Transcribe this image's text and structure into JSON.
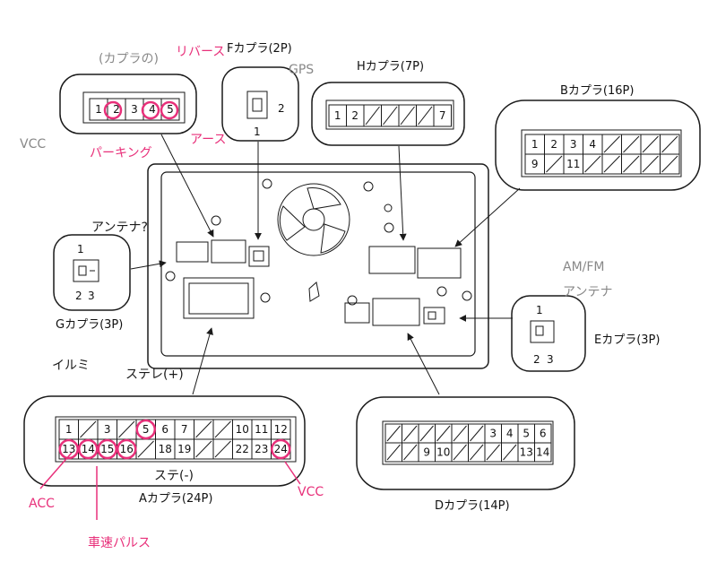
{
  "connectors": {
    "F": {
      "label": "Fカプラ(2P)",
      "pin1": "1",
      "pin2": "2"
    },
    "H": {
      "label": "Hカプラ(7P)",
      "pins": [
        "1",
        "2",
        "",
        "",
        "",
        "",
        "7"
      ]
    },
    "B": {
      "label": "Bカプラ(16P)",
      "top": [
        "1",
        "2",
        "3",
        "4",
        "",
        "",
        "",
        ""
      ],
      "bottom": [
        "9",
        "",
        "11",
        "",
        "",
        "",
        "",
        ""
      ]
    },
    "G": {
      "label": "Gカプラ(3P)",
      "pin1": "1",
      "pin2": "2",
      "pin3": "3"
    },
    "E": {
      "label": "Eカプラ(3P)",
      "pin1": "1",
      "pin2": "2",
      "pin3": "3"
    },
    "A": {
      "label": "Aカプラ(24P)",
      "top": [
        "1",
        "",
        "3",
        "",
        "5",
        "6",
        "7",
        "",
        "",
        "10",
        "11",
        "12"
      ],
      "bottom": [
        "13",
        "14",
        "15",
        "16",
        "",
        "18",
        "19",
        "",
        "",
        "22",
        "23",
        "24"
      ]
    },
    "D": {
      "label": "Dカプラ(14P)",
      "top": [
        "",
        "",
        "",
        "",
        "",
        "",
        "3",
        "4",
        "5",
        "6"
      ],
      "bottom": [
        "",
        "",
        "9",
        "10",
        "",
        "",
        "",
        "",
        "13",
        "14"
      ]
    },
    "top_left": {
      "pins": [
        "1",
        "2",
        "3",
        "4",
        "5"
      ]
    }
  },
  "annotations": {
    "gps": "GPS",
    "reverse": "リバース",
    "vcc_left": "VCC",
    "earth": "アース",
    "parking": "パーキング",
    "antenna": "アンテナ?",
    "amfm": "AM/FM",
    "antenna2": "アンテナ",
    "illumi": "イルミ",
    "stereo_plus": "ステレ(+)",
    "stereo_minus": "ステ(-)",
    "acc": "ACC",
    "vcc_right": "VCC",
    "speed_pulse": "車速パルス",
    "top_note": "(カプラの)"
  },
  "colors": {
    "ink": "#1a1a1a",
    "pink": "#e8307a",
    "gray_hand": "#888888"
  }
}
